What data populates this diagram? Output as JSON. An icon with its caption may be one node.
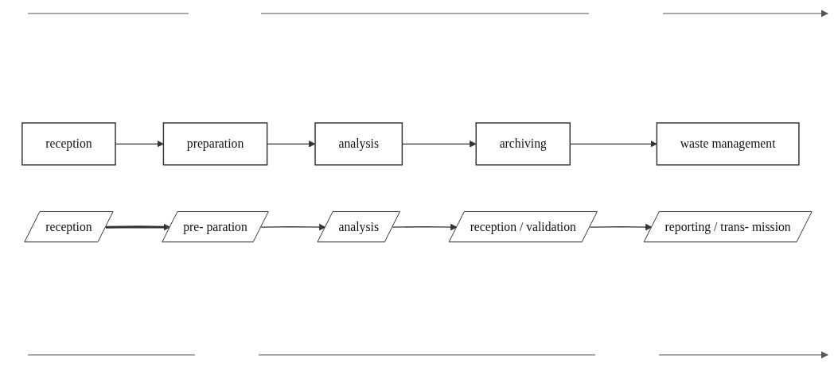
{
  "diagram": {
    "nodes": [
      {
        "text": [
          "reception"
        ]
      },
      {
        "text": [
          "preparation"
        ]
      },
      {
        "text": [
          "analysis"
        ]
      },
      {
        "text": [
          "archiving"
        ]
      },
      {
        "text": [
          "waste management"
        ]
      },
      {
        "text": [
          "reception"
        ]
      },
      {
        "text": [
          "pre- paration"
        ]
      },
      {
        "text": [
          "analysis"
        ]
      },
      {
        "text": [
          "reception / validation"
        ]
      },
      {
        "text": [
          "reporting / trans- mission"
        ]
      }
    ],
    "edges": [
      {
        "from": 0,
        "to": 1,
        "arrow": "to"
      },
      {
        "from": 1,
        "to": 2,
        "arrow": "to"
      },
      {
        "from": 2,
        "to": 3,
        "arrow": "to"
      },
      {
        "from": 3,
        "to": 4,
        "arrow": "to"
      },
      {
        "from": 5,
        "to": 6,
        "arrow": "to",
        "style": "thick"
      },
      {
        "from": 6,
        "to": 7,
        "arrow": "to"
      },
      {
        "from": 7,
        "to": 8,
        "arrow": "to"
      },
      {
        "from": 8,
        "to": 9,
        "arrow": "to"
      }
    ]
  }
}
